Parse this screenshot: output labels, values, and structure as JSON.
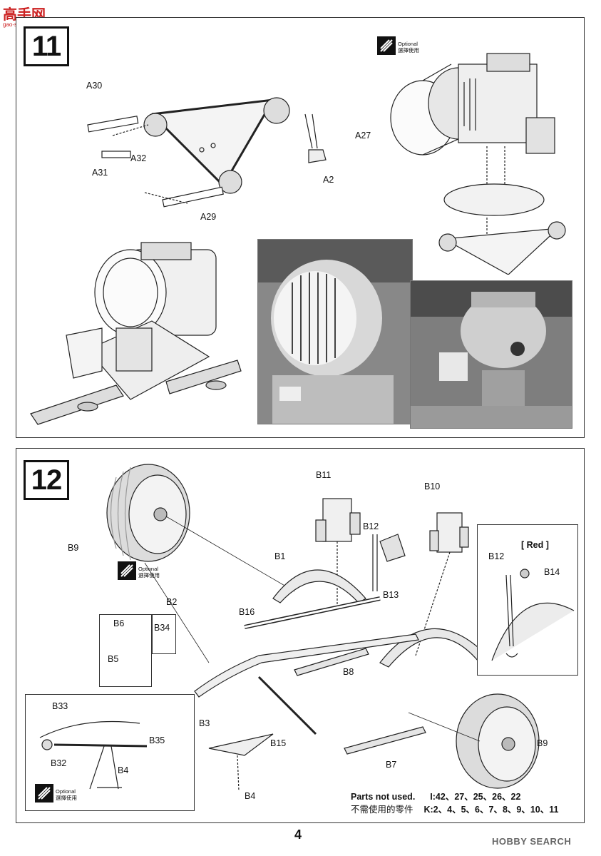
{
  "watermark": {
    "brand_cn": "高手网",
    "brand_url": "gao-shou.com"
  },
  "step11": {
    "number": "11",
    "labels": {
      "a30": "A30",
      "a31": "A31",
      "a32": "A32",
      "a29": "A29",
      "a2": "A2",
      "a27": "A27"
    },
    "optional": {
      "en": "Optional",
      "cn": "選擇使用"
    }
  },
  "step12": {
    "number": "12",
    "labels": {
      "b9_top": "B9",
      "b11": "B11",
      "b10": "B10",
      "b12": "B12",
      "b1": "B1",
      "b13": "B13",
      "red": "[ Red ]",
      "b12_inset": "B12",
      "b14": "B14",
      "b2": "B2",
      "b16": "B16",
      "b6": "B6",
      "b34": "B34",
      "b5": "B5",
      "b8": "B8",
      "b33": "B33",
      "b35": "B35",
      "b3": "B3",
      "b15": "B15",
      "b32": "B32",
      "b4_inset": "B4",
      "b9_bottom": "B9",
      "b7": "B7",
      "b4": "B4"
    },
    "optional_top": {
      "en": "Optional",
      "cn": "選擇使用"
    },
    "optional_bottom": {
      "en": "Optional",
      "cn": "選擇使用"
    },
    "parts_not_used": {
      "title_en": "Parts not used.",
      "title_cn": "不需使用的零件",
      "row1_key": "I",
      "row1_vals": ":42、27、25、26、22",
      "row2_key": "K",
      "row2_vals": ":2、4、5、6、7、8、9、10、11"
    }
  },
  "page_number": "4",
  "hobby_search": "HOBBY SEARCH"
}
